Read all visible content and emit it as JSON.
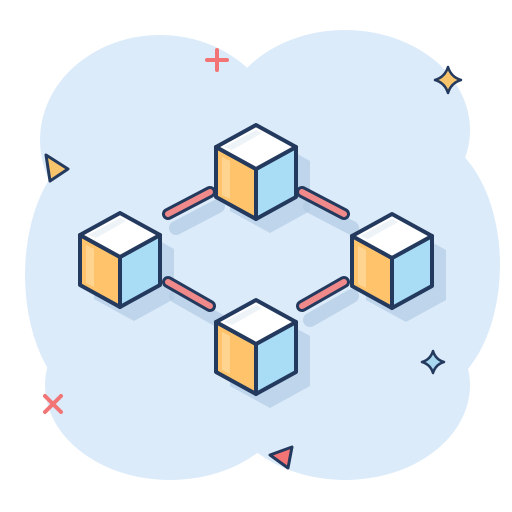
{
  "illustration": {
    "subject": "blockchain-network-icon",
    "colors": {
      "background": "#ffffff",
      "cloud": "#dcebfa",
      "outline": "#233a5e",
      "cube_top": "#ffffff",
      "cube_left": "#ffc46b",
      "cube_right": "#a9dcf5",
      "link": "#f08a8a",
      "shadow": "#b4cde5",
      "accent_red": "#f27474",
      "accent_yellow": "#f7c46c",
      "accent_blue_star": "#a8d8f0"
    },
    "blocks": [
      {
        "name": "block-top"
      },
      {
        "name": "block-left"
      },
      {
        "name": "block-right"
      },
      {
        "name": "block-bottom"
      }
    ],
    "decorations": [
      "plus-icon",
      "four-point-star-icon",
      "triangle-icon",
      "four-point-star-icon",
      "cross-icon",
      "triangle-icon"
    ]
  }
}
